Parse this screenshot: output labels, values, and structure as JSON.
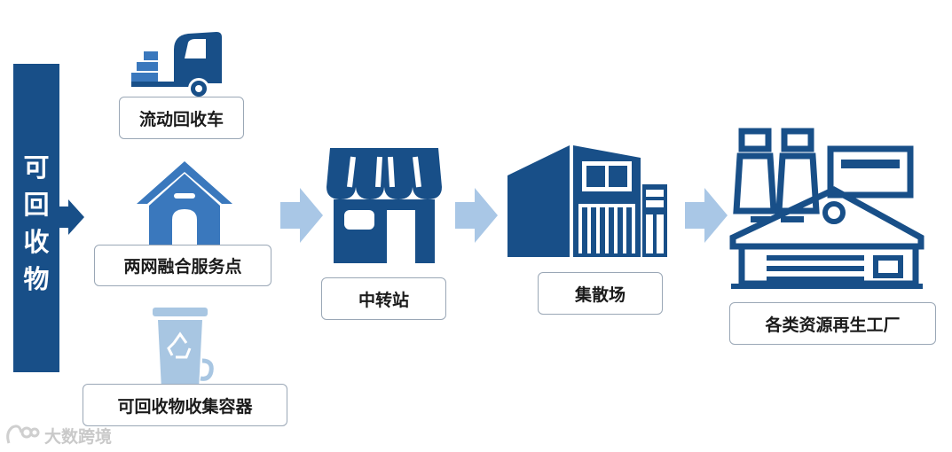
{
  "left_bar": {
    "chars": [
      "可",
      "回",
      "收",
      "物"
    ]
  },
  "sources": {
    "truck_label": "流动回收车",
    "service_point_label": "两网融合服务点",
    "container_label": "可回收物收集容器"
  },
  "flow": {
    "transfer_station_label": "中转站",
    "distribution_center_label": "集散场",
    "factory_label": "各类资源再生工厂"
  },
  "watermark": {
    "text": "大数跨境"
  },
  "colors": {
    "primary": "#184f88",
    "accent": "#3a78bd",
    "arrow": "#a9c7e6",
    "bin": "#a8c6e2"
  }
}
